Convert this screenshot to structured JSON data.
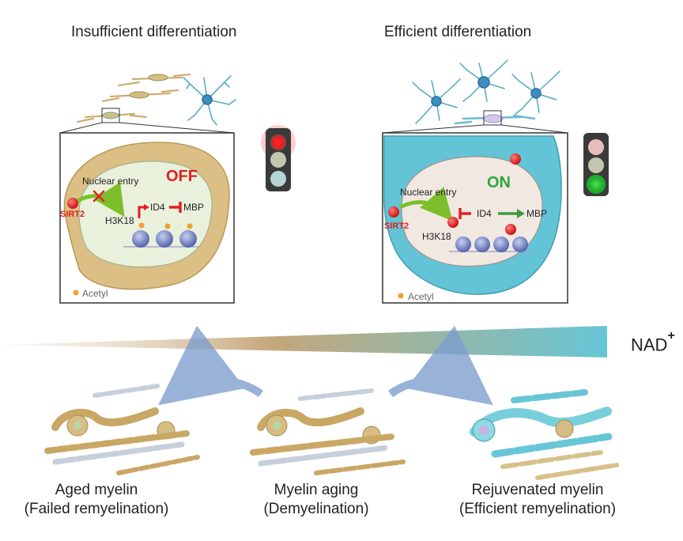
{
  "left_panel": {
    "title": "Insufficient differentiation",
    "state": "OFF",
    "nuclear_entry": "Nuclear entry",
    "sirt2": "SIRT2",
    "h3k18": "H3K18",
    "id4": "ID4",
    "mbp": "MBP",
    "acetyl": "Acetyl",
    "traffic_light_active": "red"
  },
  "right_panel": {
    "title": "Efficient differentiation",
    "state": "ON",
    "nuclear_entry": "Nuclear entry",
    "sirt2": "SIRT2",
    "h3k18": "H3K18",
    "id4": "ID4",
    "mbp": "MBP",
    "acetyl": "Acetyl",
    "traffic_light_active": "green"
  },
  "gradient": {
    "label": "NAD",
    "superscript": "+"
  },
  "bottom": {
    "left": {
      "line1": "Aged myelin",
      "line2": "(Failed remyelination)"
    },
    "center": {
      "line1": "Myelin aging",
      "line2": "(Demyelination)"
    },
    "right": {
      "line1": "Rejuvenated myelin",
      "line2": "(Efficient remyelination)"
    }
  },
  "colors": {
    "off_red": "#e02020",
    "on_green": "#2aa83a",
    "left_cell": "#ddc28a",
    "right_cell": "#5cc3d4",
    "nucleus_left": "#e8f0da",
    "nucleus_right": "#f1e8e2",
    "gradient_start": "#e8d2b4",
    "gradient_end": "#6ec7d6",
    "arrow_blue": "#7f9fcf"
  }
}
